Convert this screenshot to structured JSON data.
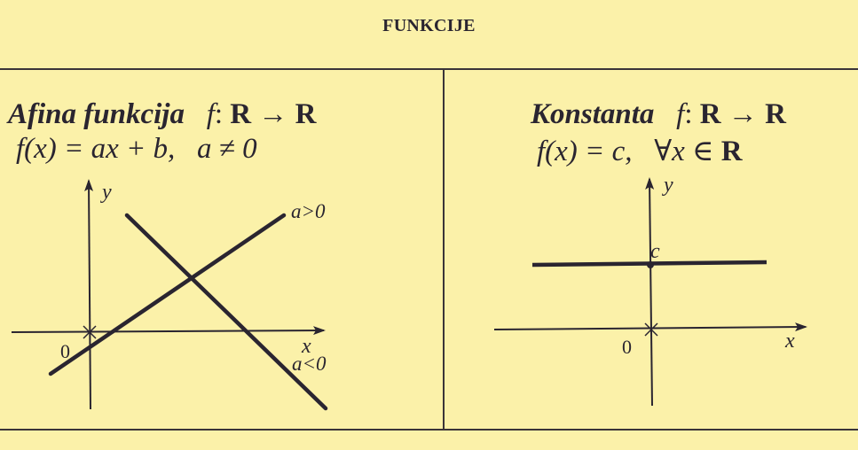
{
  "page": {
    "title": "FUNKCIJE",
    "background_color": "#fbf1a9",
    "ink_color": "#2a2530"
  },
  "left_panel": {
    "name": "Afina funkcija",
    "mapping_f": "f",
    "mapping_colon": ":",
    "mapping_domain": "R",
    "mapping_arrow": "→",
    "mapping_codomain": "R",
    "formula_lhs": "f(x) = ",
    "formula_rhs": "ax + b,",
    "condition": "a ≠ 0",
    "graph": {
      "x_axis_label": "x",
      "y_axis_label": "y",
      "origin_label": "0",
      "line_positive_label": "a>0",
      "line_negative_label": "a<0"
    }
  },
  "right_panel": {
    "name": "Konstanta",
    "mapping_f": "f",
    "mapping_colon": ":",
    "mapping_domain": "R",
    "mapping_arrow": "→",
    "mapping_codomain": "R",
    "formula_lhs": "f(x) = ",
    "formula_rhs": "c,",
    "quantifier": "∀x ∈ ",
    "quantifier_set": "R",
    "graph": {
      "x_axis_label": "x",
      "y_axis_label": "y",
      "origin_label": "0",
      "intercept_label": "c"
    }
  }
}
